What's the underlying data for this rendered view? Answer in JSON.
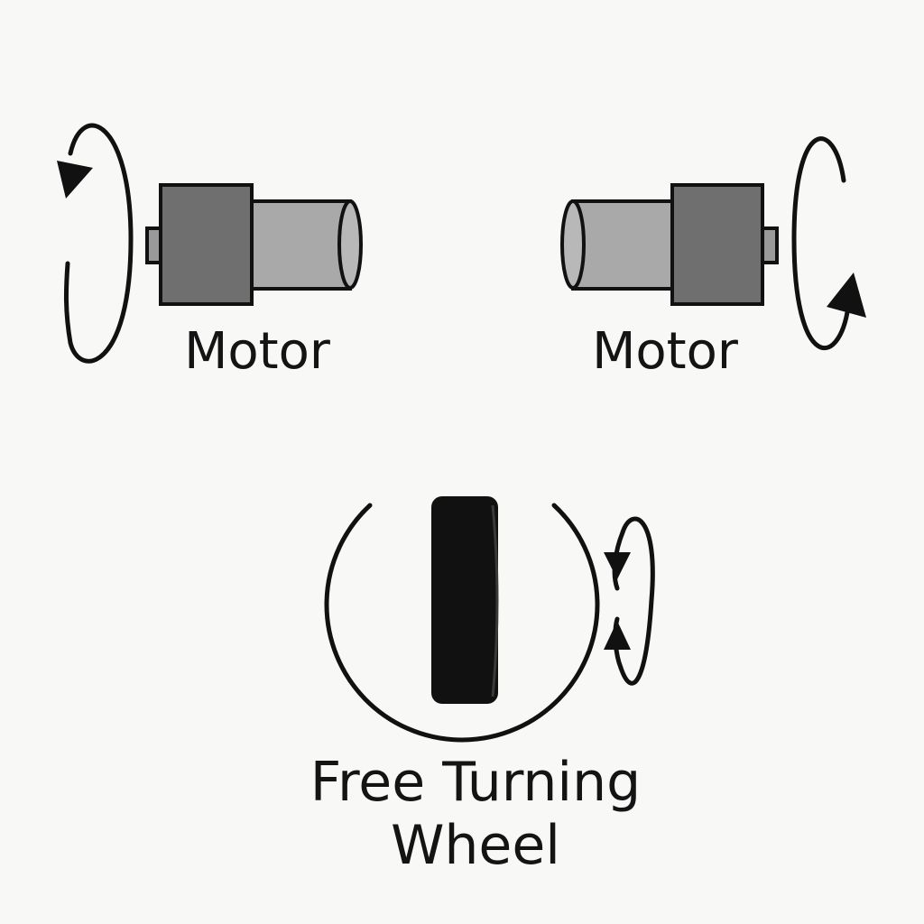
{
  "labels": {
    "motor_left": "Motor",
    "motor_right": "Motor",
    "wheel_line1": "Free Turning",
    "wheel_line2": "Wheel"
  },
  "colors": {
    "background": "#f8f8f6",
    "outline": "#111111",
    "motor_body": "#6f6f6f",
    "motor_shaft_housing": "#a9a9a9",
    "motor_cap": "#9a9a9a",
    "wheel": "#111111"
  },
  "icons": {
    "motor_left_rotation": "counterclockwise-rotation-arrow-icon",
    "motor_right_rotation": "clockwise-rotation-arrow-icon",
    "wheel_swivel": "swivel-rotation-arrows-icon"
  }
}
